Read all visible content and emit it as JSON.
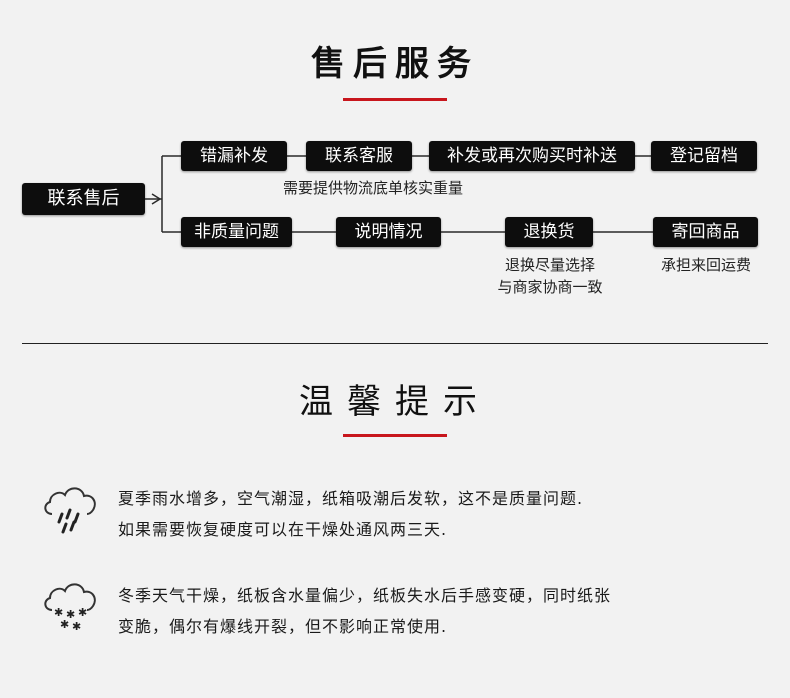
{
  "colors": {
    "accent": "#c8161d",
    "box_bg": "#0d0d0d",
    "line": "#2a2a2a"
  },
  "section1": {
    "title": "售后服务",
    "root": "联系售后",
    "row1": [
      "错漏补发",
      "联系客服",
      "补发或再次购买时补送",
      "登记留档"
    ],
    "row1_note": "需要提供物流底单核实重量",
    "row2": [
      "非质量问题",
      "说明情况",
      "退换货",
      "寄回商品"
    ],
    "row2_note_a": [
      "退换尽量选择",
      "与商家协商一致"
    ],
    "row2_note_b": "承担来回运费"
  },
  "section2": {
    "title": "温馨提示",
    "tips": [
      {
        "icon": "rain-cloud-icon",
        "lines": [
          "夏季雨水增多，空气潮湿，纸箱吸潮后发软，这不是质量问题.",
          "如果需要恢复硬度可以在干燥处通风两三天."
        ]
      },
      {
        "icon": "snow-cloud-icon",
        "lines": [
          "冬季天气干燥，纸板含水量偏少，纸板失水后手感变硬，同时纸张",
          "变脆，偶尔有爆线开裂，但不影响正常使用."
        ]
      }
    ]
  }
}
